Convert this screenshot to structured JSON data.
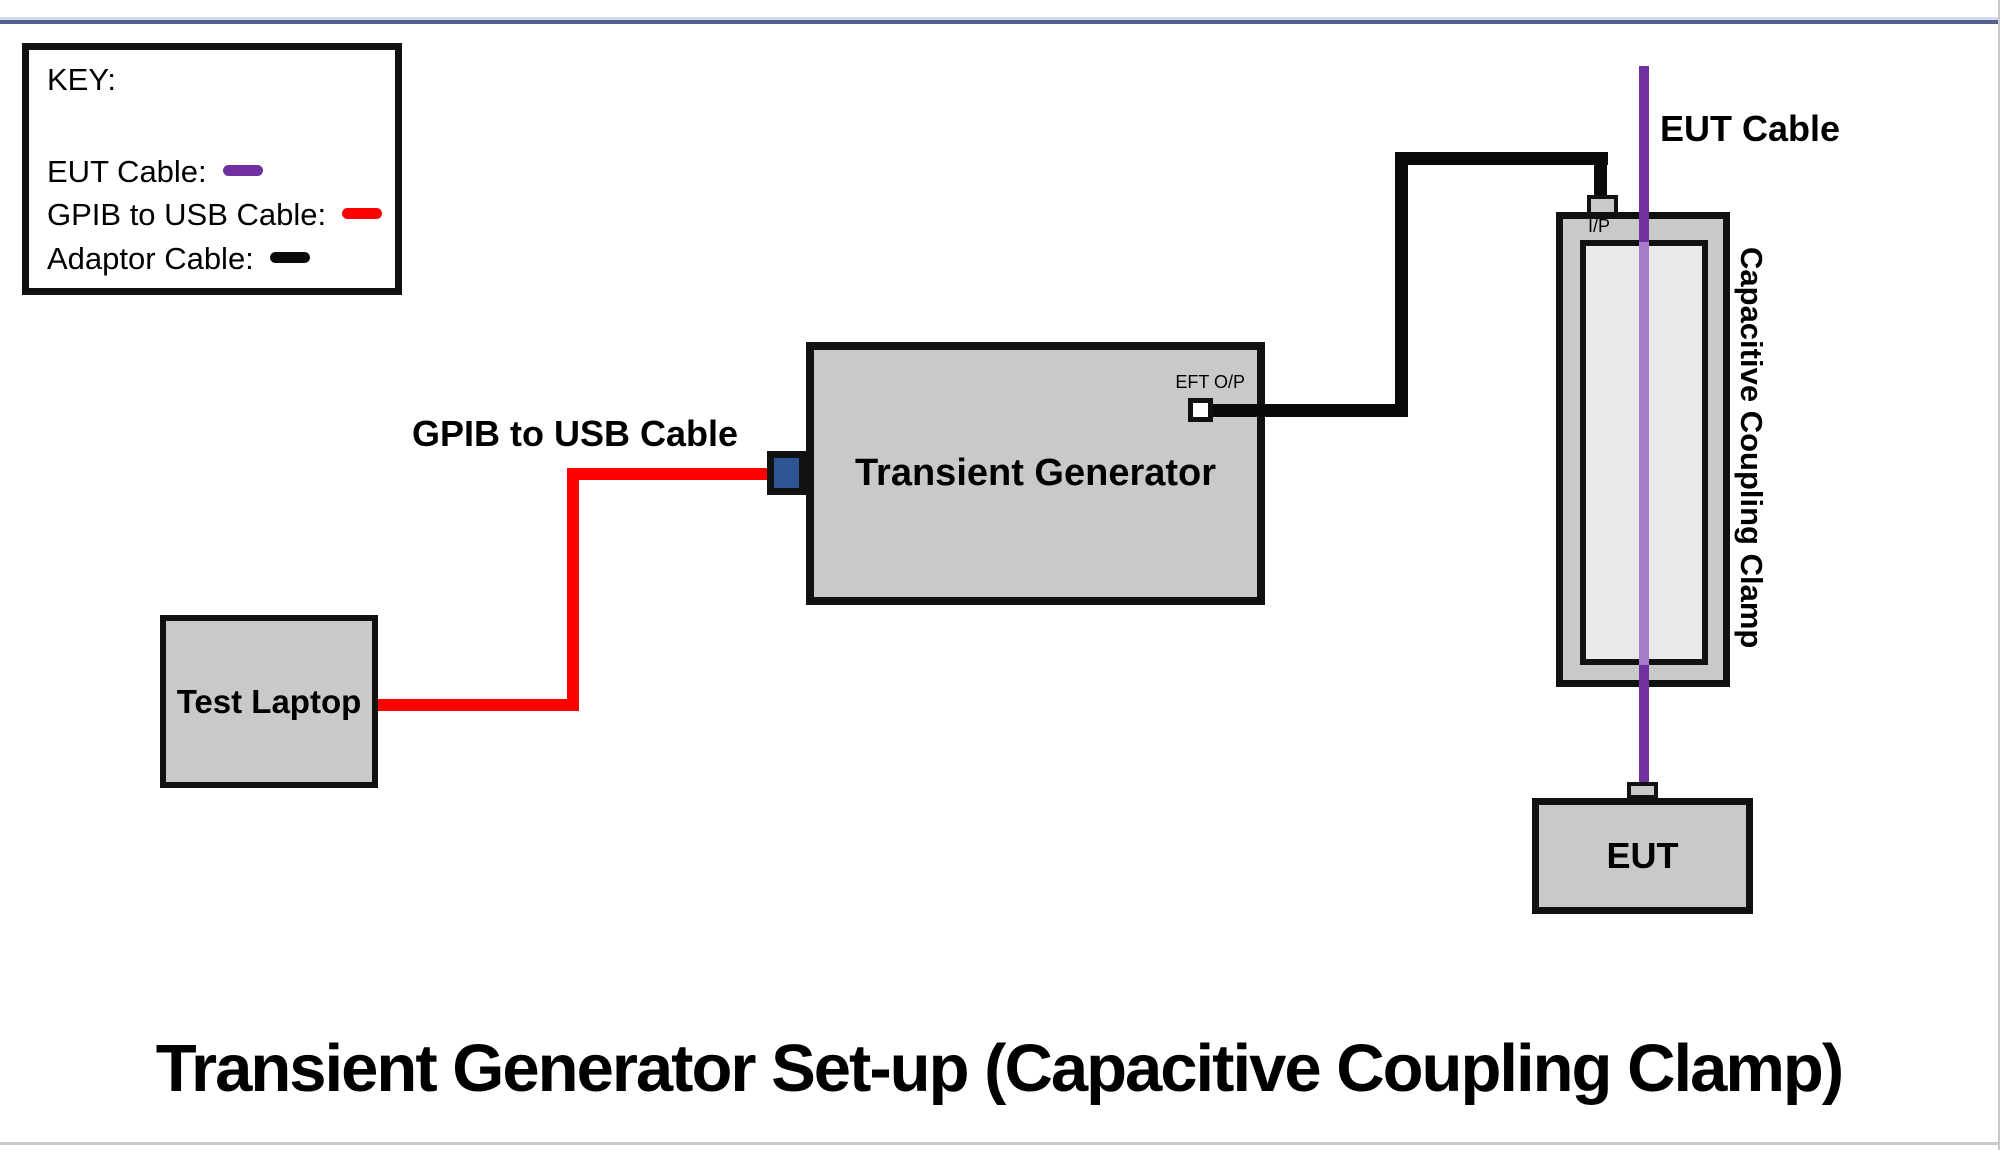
{
  "title": "Transient Generator Set-up (Capacitive Coupling Clamp)",
  "key": {
    "title": "KEY:",
    "items": [
      {
        "label": "EUT Cable:",
        "color": "#7030a0"
      },
      {
        "label": "GPIB to USB Cable:",
        "color": "#ff0000"
      },
      {
        "label": "Adaptor Cable:",
        "color": "#0a0a0a"
      }
    ]
  },
  "nodes": {
    "test_laptop": {
      "label": "Test Laptop"
    },
    "transient_generator": {
      "label": "Transient Generator",
      "port_label": "EFT O/P"
    },
    "coupling_clamp": {
      "label": "Capacitive Coupling Clamp",
      "port_label": "I/P"
    },
    "eut": {
      "label": "EUT"
    }
  },
  "cable_labels": {
    "gpib": "GPIB to USB Cable",
    "eut": "EUT Cable"
  },
  "colors": {
    "box_fill": "#c9c9c9",
    "box_fill_light": "#e9e9e9",
    "outline": "#111111",
    "eut_cable": "#7030a0",
    "eut_cable_tint": "#a57cc8",
    "gpib_cable": "#ff0000",
    "adaptor_cable": "#0a0a0a",
    "usb_connector": "#2f5493",
    "top_rule": "#55618d",
    "top_rule_light": "#d3d8ea",
    "edge_rule": "#c9c9c9"
  }
}
